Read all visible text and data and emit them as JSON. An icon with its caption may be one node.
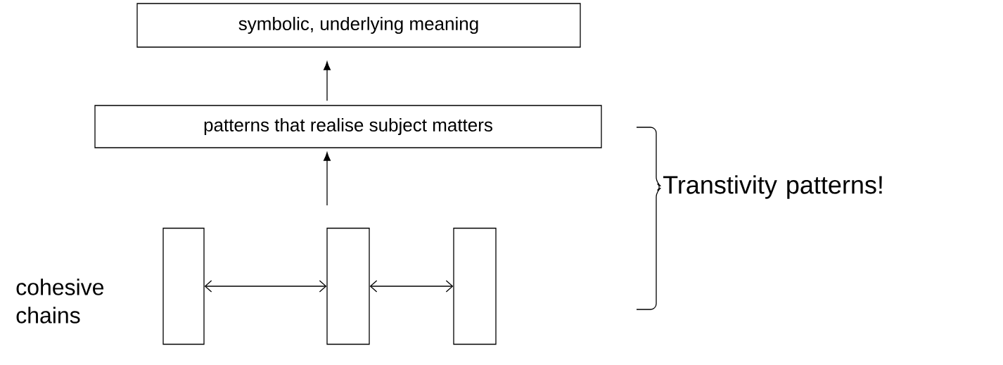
{
  "diagram": {
    "nodes": [
      {
        "text": [
          "symbolic, underlying meaning"
        ]
      },
      {
        "text": [
          "patterns that realise subject matters"
        ]
      },
      {
        "text": [],
        "shape": "box"
      },
      {
        "text": [],
        "shape": "box"
      },
      {
        "text": [],
        "shape": "box"
      }
    ],
    "edges": [
      {
        "from": 1,
        "to": 0,
        "arrow": "to"
      },
      {
        "from": null,
        "to": 1,
        "arrow": "to"
      },
      {
        "from": 2,
        "to": 3,
        "arrow": "both"
      },
      {
        "from": 3,
        "to": 4,
        "arrow": "both"
      }
    ],
    "labels": [
      "cohesive chains",
      "Transtivity patterns!"
    ]
  }
}
